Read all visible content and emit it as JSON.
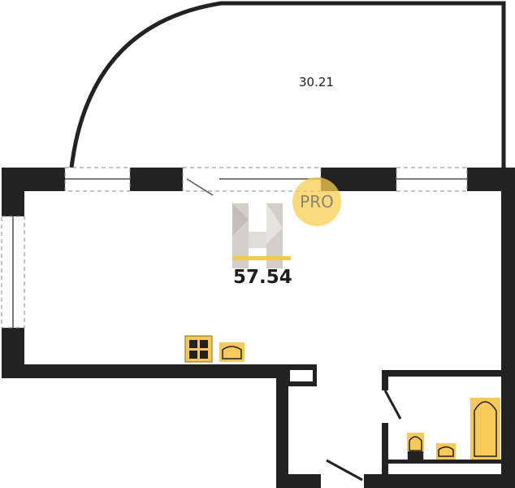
{
  "rooms": {
    "balcony_area": "30.21",
    "total_area": "57.54"
  },
  "badge": {
    "label": "PRO"
  },
  "colors": {
    "wall": "#222222",
    "fixture": "#f7c85a",
    "accent": "#f3c94e"
  }
}
